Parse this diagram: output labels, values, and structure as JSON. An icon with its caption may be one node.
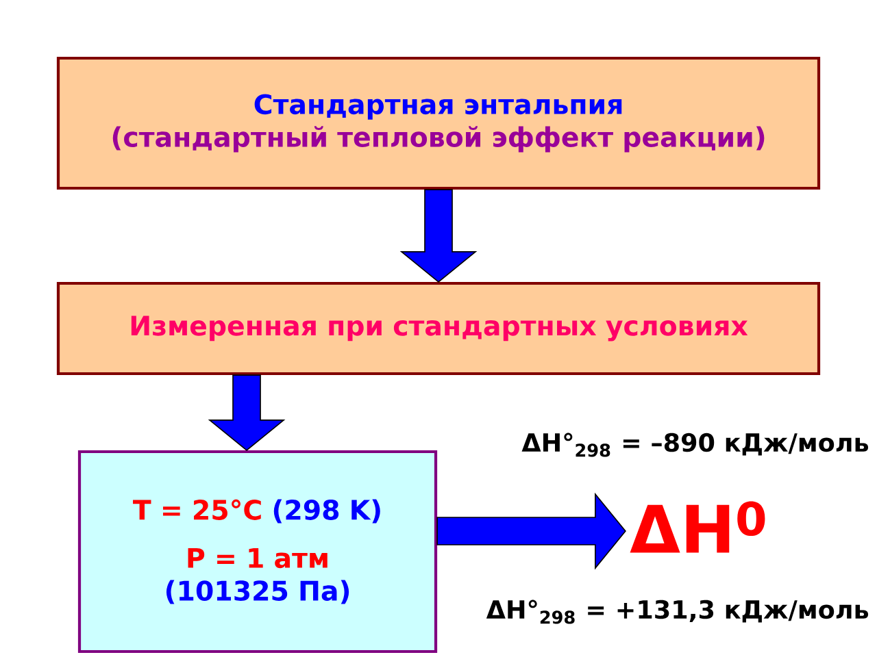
{
  "diagram": {
    "nodes": [
      {
        "text": [
          "Стандартная энтальпия",
          "(стандартный тепловой эффект реакции)"
        ]
      },
      {
        "text": [
          "Измеренная при стандартных условиях"
        ]
      },
      {
        "text": [
          "T = 25°C",
          "(298 K)",
          "P = 1 атм",
          "(101325 Па)"
        ]
      },
      {
        "text": [
          "ΔH$^{0}$"
        ]
      }
    ],
    "edges": [
      {
        "from": 0,
        "to": 1,
        "arrow": "to"
      },
      {
        "from": 1,
        "to": 2,
        "arrow": "to"
      },
      {
        "from": 2,
        "to": 3,
        "arrow": "to"
      }
    ],
    "labels": [
      "ΔH°$_{298}$ = –890 кДж/моль",
      "ΔH°$_{298}$ = +131,3 кДж/моль"
    ]
  }
}
